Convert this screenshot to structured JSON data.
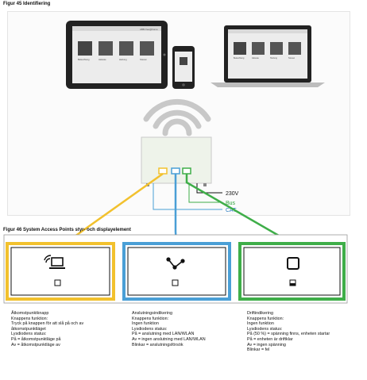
{
  "figure45": {
    "title": "Figur 45 Identifiering"
  },
  "figure46": {
    "title": "Figur 46 System Access Points styr- och displayelement"
  },
  "wires": {
    "power": "230V",
    "bus": "Bus",
    "cat": "CAT"
  },
  "colors": {
    "yellow": "#f2c12e",
    "blue": "#4a9fd6",
    "green": "#3fae49",
    "bus_text": "#2fa33c",
    "cat_text": "#2a7cc0"
  },
  "devices": {
    "tablet_header": "ABB-free@home",
    "tablet_tiles": [
      "Beleuchtung",
      "Jalousie",
      "Heizung",
      "Szenen"
    ],
    "laptop_tiles": [
      "Beleuchtung",
      "Jalousie",
      "Heizung",
      "Szenen"
    ]
  },
  "panels": [
    {
      "icon": "laptop-wifi-icon",
      "color": "yellow",
      "lines": [
        "Åtkomstpunktknapp",
        "Knappens funktion:",
        "Tryck på knappen för att slå på och av",
        "åtkomstpunktläget",
        "Lysdiodens status:",
        "På = åtkomstpunktläge på",
        "Av = åtkomstpunktläge av"
      ]
    },
    {
      "icon": "network-nodes-icon",
      "color": "blue",
      "lines": [
        "Anslutningsindikering",
        "Knappens funktion:",
        "Ingen funktion",
        "Lysdiodens status:",
        "På = anslutning med LAN/WLAN",
        "Av = ingen anslutning med LAN/WLAN",
        "Blinkar = anslutningsförsök"
      ]
    },
    {
      "icon": "square-device-icon",
      "color": "green",
      "lines": [
        "Driftindikering",
        "Knappens funktion:",
        "Ingen funktion",
        "Lysdiodens status:",
        "På (50 %) = spänning finns, enheten startar",
        "På = enheten är driftklar",
        "Av = ingen spänning",
        "Blinkar = fel"
      ]
    }
  ]
}
